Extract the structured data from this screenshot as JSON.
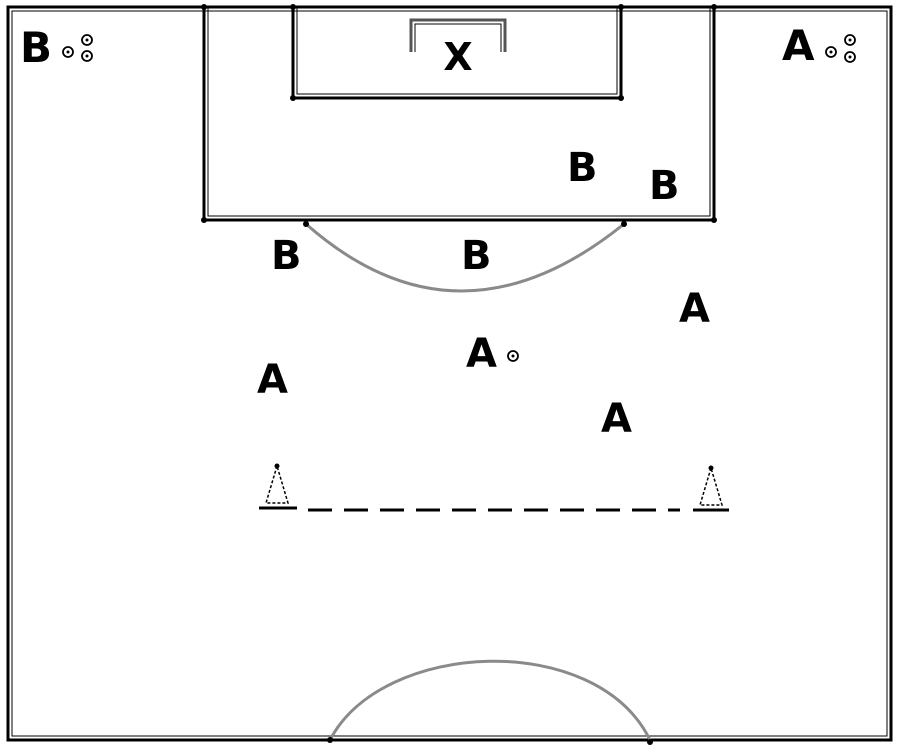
{
  "diagram": {
    "goal_label": "X",
    "team_b_label": "B",
    "team_a_label": "A",
    "players": [
      {
        "team": "B",
        "text": "B"
      },
      {
        "team": "B",
        "text": "B"
      },
      {
        "team": "B",
        "text": "B"
      },
      {
        "team": "B",
        "text": "B"
      },
      {
        "team": "A",
        "text": "A"
      },
      {
        "team": "A",
        "text": "A"
      },
      {
        "team": "A",
        "text": "A"
      },
      {
        "team": "A",
        "text": "A"
      }
    ],
    "icons": {
      "ball": "ball-icon",
      "cone": "cone-icon"
    },
    "colors": {
      "lines": "#000000",
      "arcs": "#8a8a8a",
      "background": "#ffffff"
    }
  }
}
